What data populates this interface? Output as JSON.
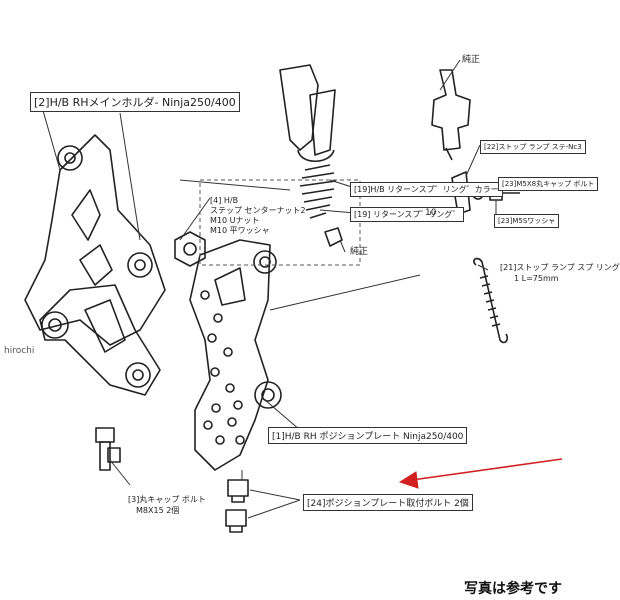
{
  "parts": {
    "p2": "[2]H/B RHメインホルダ- Ninja250/400",
    "p4": [
      "[4] H/B",
      "ステップ センターナット2",
      "M10 Uナット",
      "M10 平ワッシャ"
    ],
    "p19a": "[19]H/B リターンスプ゛リング゛カラー",
    "p19b": "[19] リターンスプ゛リング゛",
    "p10": "10",
    "junsei1": "純正",
    "junsei2": "純正",
    "p22": "[22]ストップ ランプ ステ-Nc3",
    "p23a": "[23]M5X8丸キャップ ボルト",
    "p23b": "[23]M5Sワッシャ",
    "p21": [
      "[21]ストップ ランプ スプ リング",
      "1  L=75mm"
    ],
    "p1": "[1]H/B RH ポジションプレート Ninja250/400",
    "p24": "[24]ポジションプレート取付ボルト 2個",
    "p3": [
      "[3]丸キャップ ボルト",
      "M8X15 2個"
    ]
  },
  "watermark": "hirochi",
  "caption": "写真は参考です",
  "colors": {
    "line": "#222222",
    "arrow": "#d22020",
    "bg": "#ffffff"
  }
}
